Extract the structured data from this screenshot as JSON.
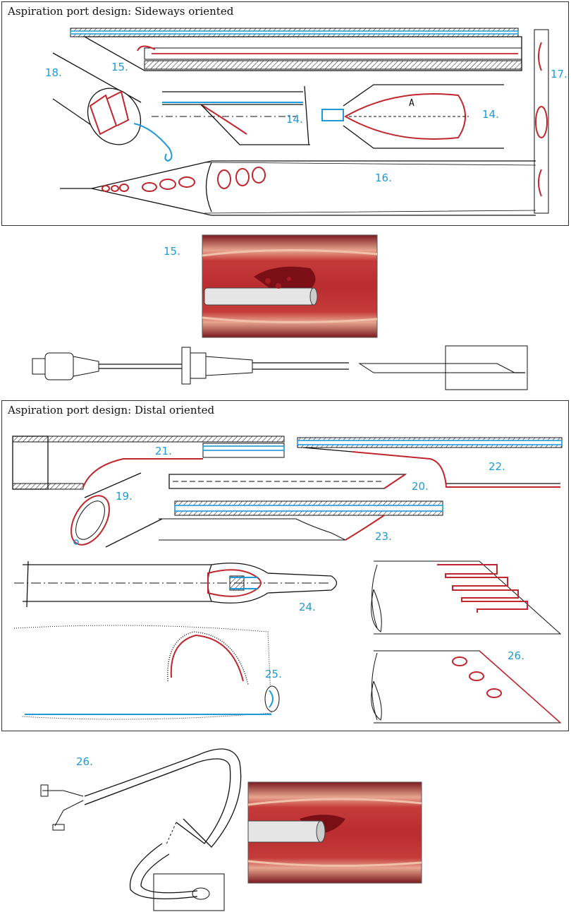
{
  "panels": {
    "sideways": {
      "title": "Aspiration port design: Sideways oriented"
    },
    "distal": {
      "title": "Aspiration port design: Distal oriented"
    }
  },
  "labels": {
    "sideways": {
      "l18": "18.",
      "l15": "15.",
      "l14a": "14.",
      "l14b": "14.",
      "l16": "16.",
      "l17": "17.",
      "markA": "A"
    },
    "middle": {
      "l15": "15."
    },
    "distal": {
      "l21": "21.",
      "l22": "22.",
      "l19": "19.",
      "l20": "20.",
      "l23": "23.",
      "l24": "24.",
      "l25": "25.",
      "l26": "26."
    },
    "bottom": {
      "l26": "26."
    }
  },
  "colors": {
    "port_outline": "#c0262d",
    "lumen": "#1e9ad6",
    "label": "#1e9ad6",
    "vessel_wall": "#b5252b",
    "thrombus": "#7a0f16"
  }
}
